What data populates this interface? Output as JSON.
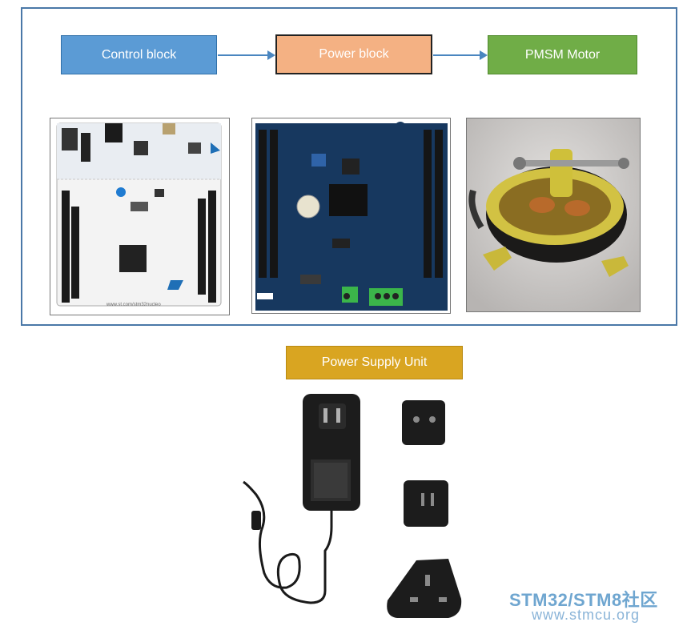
{
  "diagram": {
    "blocks": [
      {
        "label": "Control block",
        "color": "#5b9bd5",
        "border": "#2f6fa8"
      },
      {
        "label": "Power block",
        "color": "#f4b183",
        "border": "#222222"
      },
      {
        "label": "PMSM Motor",
        "color": "#70ad47",
        "border": "#4f8a2d"
      }
    ],
    "photos": [
      {
        "icon": "nucleo-board-photo"
      },
      {
        "icon": "power-shield-board-photo"
      },
      {
        "icon": "pmsm-motor-photo"
      }
    ],
    "psu": {
      "label": "Power Supply Unit",
      "color": "#d9a521"
    }
  },
  "watermark": {
    "line1": "STM32/STM8社区",
    "line2": "www.stmcu.org"
  }
}
